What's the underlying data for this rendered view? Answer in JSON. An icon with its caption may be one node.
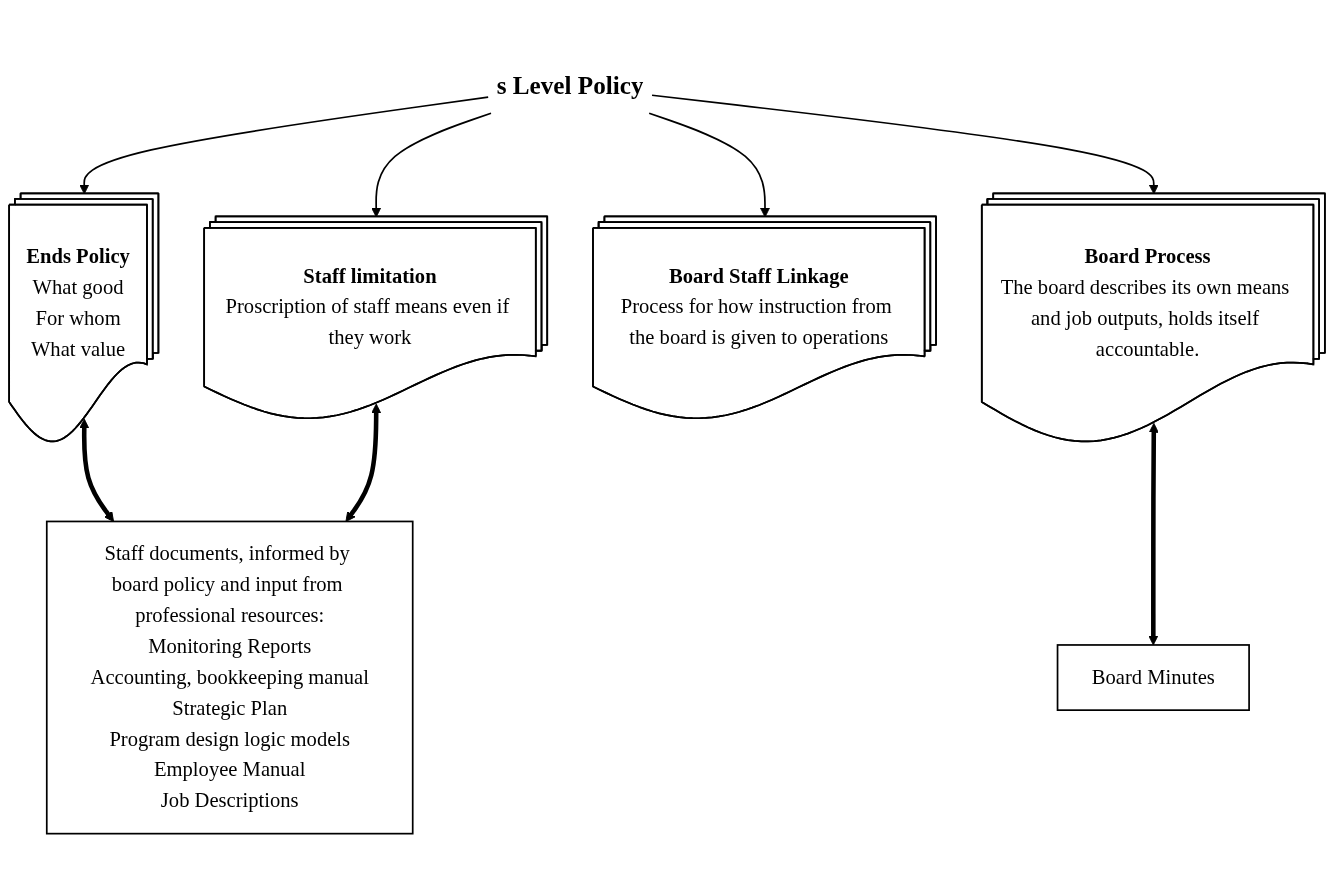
{
  "diagram": {
    "nodes": [
      {
        "text": [
          "s Level Policy"
        ]
      },
      {
        "text": [
          "Ends Policy",
          "What good",
          "For whom",
          "What value"
        ]
      },
      {
        "text": [
          "Staff limitation",
          "Proscription of staff means even if they work"
        ]
      },
      {
        "text": [
          "Board Staff Linkage",
          "Process for how instruction from the board is given to operations"
        ]
      },
      {
        "text": [
          "Board Process",
          "The board describes its own means and job outputs, holds itself accountable."
        ]
      },
      {
        "text": [
          "Staff documents, informed by board policy and input from professional resources:",
          "Monitoring Reports",
          "Accounting, bookkeeping manual",
          "Strategic Plan",
          "Program design logic models",
          "Employee Manual",
          "Job Descriptions"
        ]
      },
      {
        "text": [
          "Board Minutes"
        ]
      }
    ],
    "edges": [
      {
        "from": 0,
        "to": 1,
        "arrow": "to"
      },
      {
        "from": 0,
        "to": 2,
        "arrow": "to"
      },
      {
        "from": 0,
        "to": 3,
        "arrow": "to"
      },
      {
        "from": 0,
        "to": 4,
        "arrow": "to"
      },
      {
        "from": 1,
        "to": 5,
        "arrow": "both",
        "style": "thick"
      },
      {
        "from": 2,
        "to": 5,
        "arrow": "both",
        "style": "thick"
      },
      {
        "from": 4,
        "to": 6,
        "arrow": "both",
        "style": "thick"
      }
    ]
  }
}
